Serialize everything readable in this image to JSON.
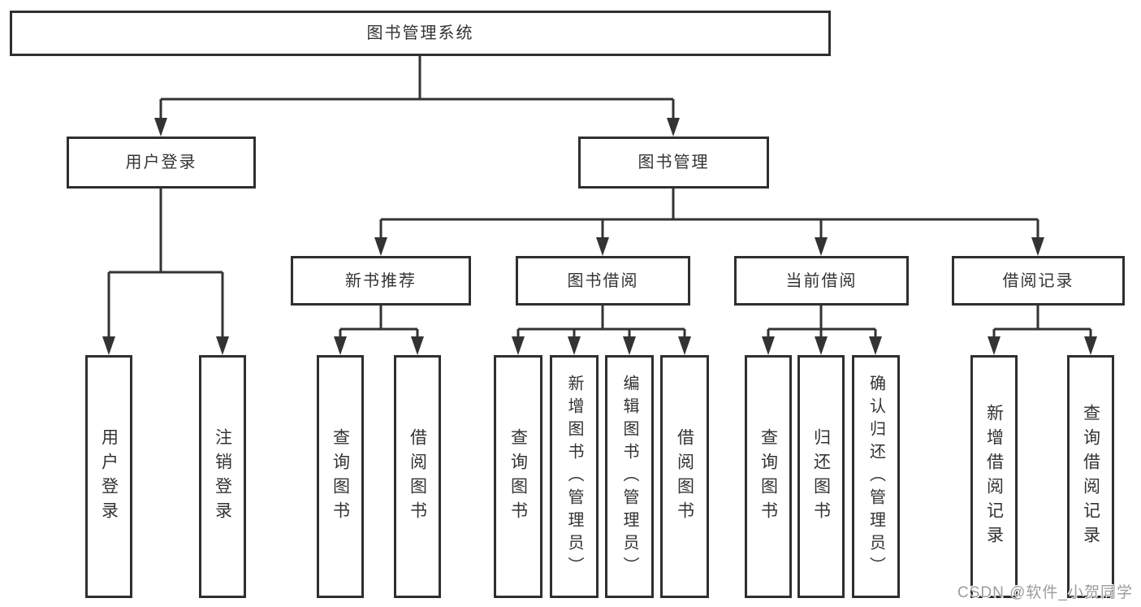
{
  "colors": {
    "background": "#ffffff",
    "box_border": "#2f2f2f",
    "connector_line": "#333333",
    "text": "#333333",
    "watermark_text": "#9c9c9c"
  },
  "tree": {
    "root": {
      "label": "图书管理系统"
    },
    "branches": [
      {
        "label": "用户登录",
        "children": [
          {
            "label": "用户登录"
          },
          {
            "label": "注销登录"
          }
        ]
      },
      {
        "label": "图书管理",
        "children": [
          {
            "label": "新书推荐",
            "children": [
              {
                "label": "查询图书"
              },
              {
                "label": "借阅图书"
              }
            ]
          },
          {
            "label": "图书借阅",
            "children": [
              {
                "label": "查询图书"
              },
              {
                "label": "新增图书（管理员）"
              },
              {
                "label": "编辑图书（管理员）"
              },
              {
                "label": "借阅图书"
              }
            ]
          },
          {
            "label": "当前借阅",
            "children": [
              {
                "label": "查询图书"
              },
              {
                "label": "归还图书"
              },
              {
                "label": "确认归还（管理员）"
              }
            ]
          },
          {
            "label": "借阅记录",
            "children": [
              {
                "label": "新增借阅记录"
              },
              {
                "label": "查询借阅记录"
              }
            ]
          }
        ]
      }
    ]
  },
  "watermark": {
    "text": "CSDN @软件_小贺同学"
  }
}
